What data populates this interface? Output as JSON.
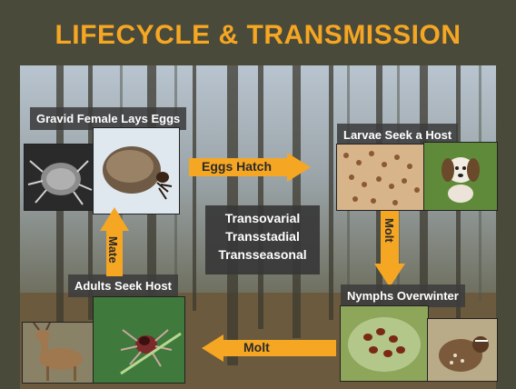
{
  "title": "LIFECYCLE & TRANSMISSION",
  "stages": {
    "gravid": "Gravid Female Lays Eggs",
    "larvae": "Larvae Seek a Host",
    "nymphs": "Nymphs Overwinter",
    "adults": "Adults Seek Host"
  },
  "arrows": {
    "eggs_hatch": "Eggs Hatch",
    "molt_right": "Molt",
    "molt_bottom": "Molt",
    "mate": "Mate"
  },
  "transmission": [
    "Transovarial",
    "Transstadial",
    "Transseasonal"
  ],
  "colors": {
    "title": "#f5a623",
    "arrow": "#f5a623",
    "label_bg": "#3c3c3c"
  }
}
